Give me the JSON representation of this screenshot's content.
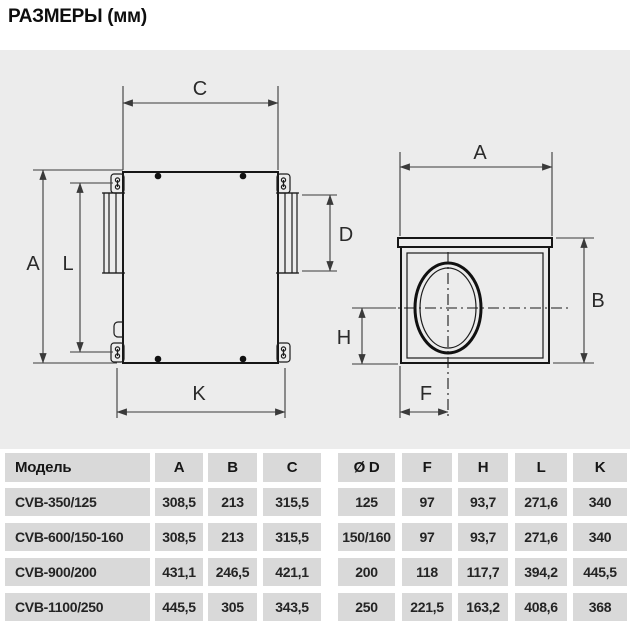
{
  "title": "РАЗМЕРЫ (мм)",
  "colors": {
    "drawing_background": "#ececec",
    "table_cell_background": "#d9d9d9",
    "outline_line": "#161616",
    "dimension_line": "#3a3a3a",
    "text": "#242424"
  },
  "diagram_side": {
    "labels": {
      "C": "C",
      "A": "A",
      "L": "L",
      "D": "D",
      "K": "K"
    }
  },
  "diagram_front": {
    "labels": {
      "A": "A",
      "B": "B",
      "H": "H",
      "F": "F"
    }
  },
  "table": {
    "headers": [
      "Модель",
      "A",
      "B",
      "C",
      "Ø D",
      "F",
      "H",
      "L",
      "K"
    ],
    "rows": [
      [
        "CVB-350/125",
        "308,5",
        "213",
        "315,5",
        "125",
        "97",
        "93,7",
        "271,6",
        "340"
      ],
      [
        "CVB-600/150-160",
        "308,5",
        "213",
        "315,5",
        "150/160",
        "97",
        "93,7",
        "271,6",
        "340"
      ],
      [
        "CVB-900/200",
        "431,1",
        "246,5",
        "421,1",
        "200",
        "118",
        "117,7",
        "394,2",
        "445,5"
      ],
      [
        "CVB-1100/250",
        "445,5",
        "305",
        "343,5",
        "250",
        "221,5",
        "163,2",
        "408,6",
        "368"
      ]
    ]
  }
}
